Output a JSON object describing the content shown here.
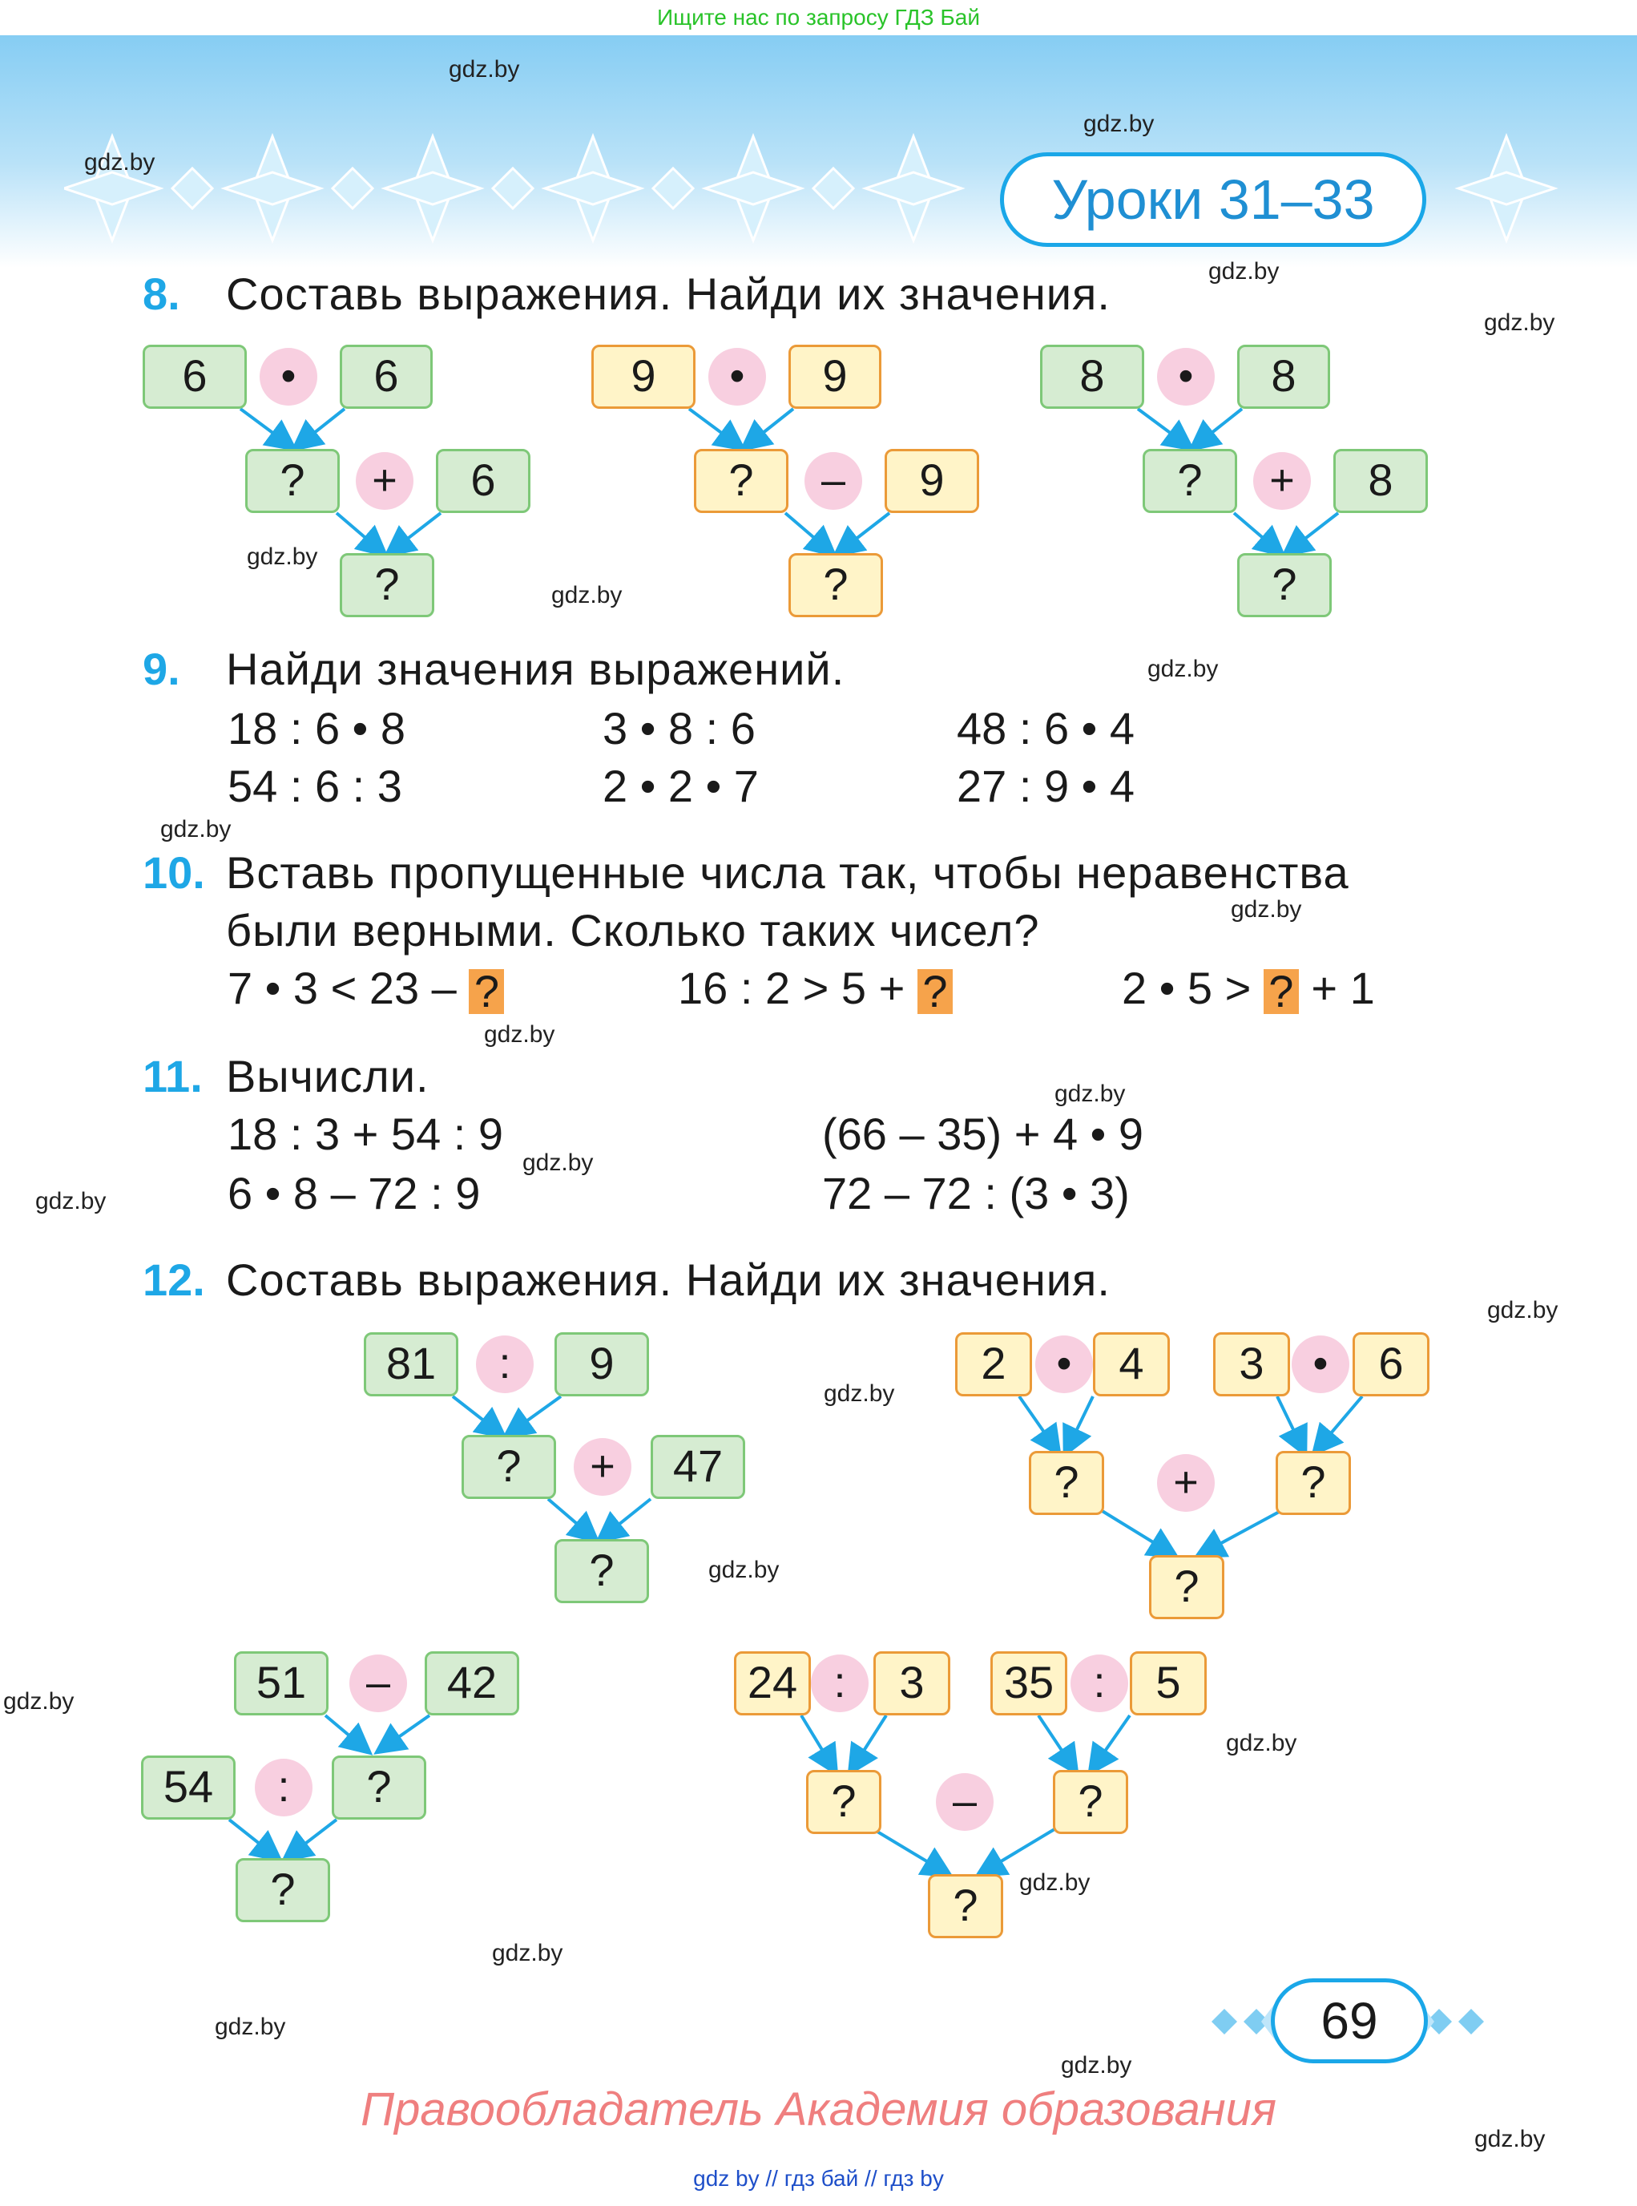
{
  "top_banner": "Ищите нас по запросу ГДЗ Бай",
  "lesson_title": "Уроки 31–33",
  "watermark": "gdz.by",
  "tasks": {
    "t8": {
      "num": "8.",
      "text": "Составь выражения. Найди их значения."
    },
    "t9": {
      "num": "9.",
      "text": "Найди значения выражений.",
      "exprs": [
        "18 : 6 • 8",
        "3 • 8 : 6",
        "48 : 6 • 4",
        "54 : 6 : 3",
        "2 • 2 • 7",
        "27 : 9 • 4"
      ]
    },
    "t10": {
      "num": "10.",
      "line1": "Вставь пропущенные числа так, чтобы неравенства",
      "line2": "были верными. Сколько таких чисел?",
      "e1": "7 • 3 < 23 –",
      "e2": "16 : 2 > 5 +",
      "e3a": "2 • 5 >",
      "e3b": "+ 1",
      "q": "?"
    },
    "t11": {
      "num": "11.",
      "text": "Вычисли.",
      "exprs": [
        "18 : 3 + 54 : 9",
        "(66 – 35) + 4 • 9",
        "6 • 8 – 72 : 9",
        "72 – 72 : (3 • 3)"
      ]
    },
    "t12": {
      "num": "12.",
      "text": "Составь выражения. Найди их значения."
    }
  },
  "diagrams": {
    "d8a": {
      "a": "6",
      "op1": "•",
      "b": "6",
      "c": "?",
      "op2": "+",
      "d": "6",
      "r": "?"
    },
    "d8b": {
      "a": "9",
      "op1": "•",
      "b": "9",
      "c": "?",
      "op2": "–",
      "d": "9",
      "r": "?"
    },
    "d8c": {
      "a": "8",
      "op1": "•",
      "b": "8",
      "c": "?",
      "op2": "+",
      "d": "8",
      "r": "?"
    },
    "d12a": {
      "a": "81",
      "op1": ":",
      "b": "9",
      "c": "?",
      "op2": "+",
      "d": "47",
      "r": "?"
    },
    "d12b": {
      "a": "2",
      "op1": "•",
      "b": "4",
      "c": "3",
      "op2": "•",
      "d": "6",
      "m1": "?",
      "op3": "+",
      "m2": "?",
      "r": "?"
    },
    "d12c": {
      "a": "51",
      "op1": "–",
      "b": "42",
      "c": "54",
      "op2": ":",
      "d": "?",
      "r": "?"
    },
    "d12d": {
      "a": "24",
      "op1": ":",
      "b": "3",
      "c": "35",
      "op2": ":",
      "d": "5",
      "m1": "?",
      "op3": "–",
      "m2": "?",
      "r": "?"
    }
  },
  "page_number": "69",
  "rights": "Правообладатель Академия образования",
  "footer": "gdz by  //  гдз бай  //  гдз by",
  "colors": {
    "accent_blue": "#1ea7e6",
    "green_box": "#d6ecd2",
    "yellow_box": "#fff4c8",
    "orange_q": "#f6a34b",
    "pink_op": "#f8cfe0"
  }
}
